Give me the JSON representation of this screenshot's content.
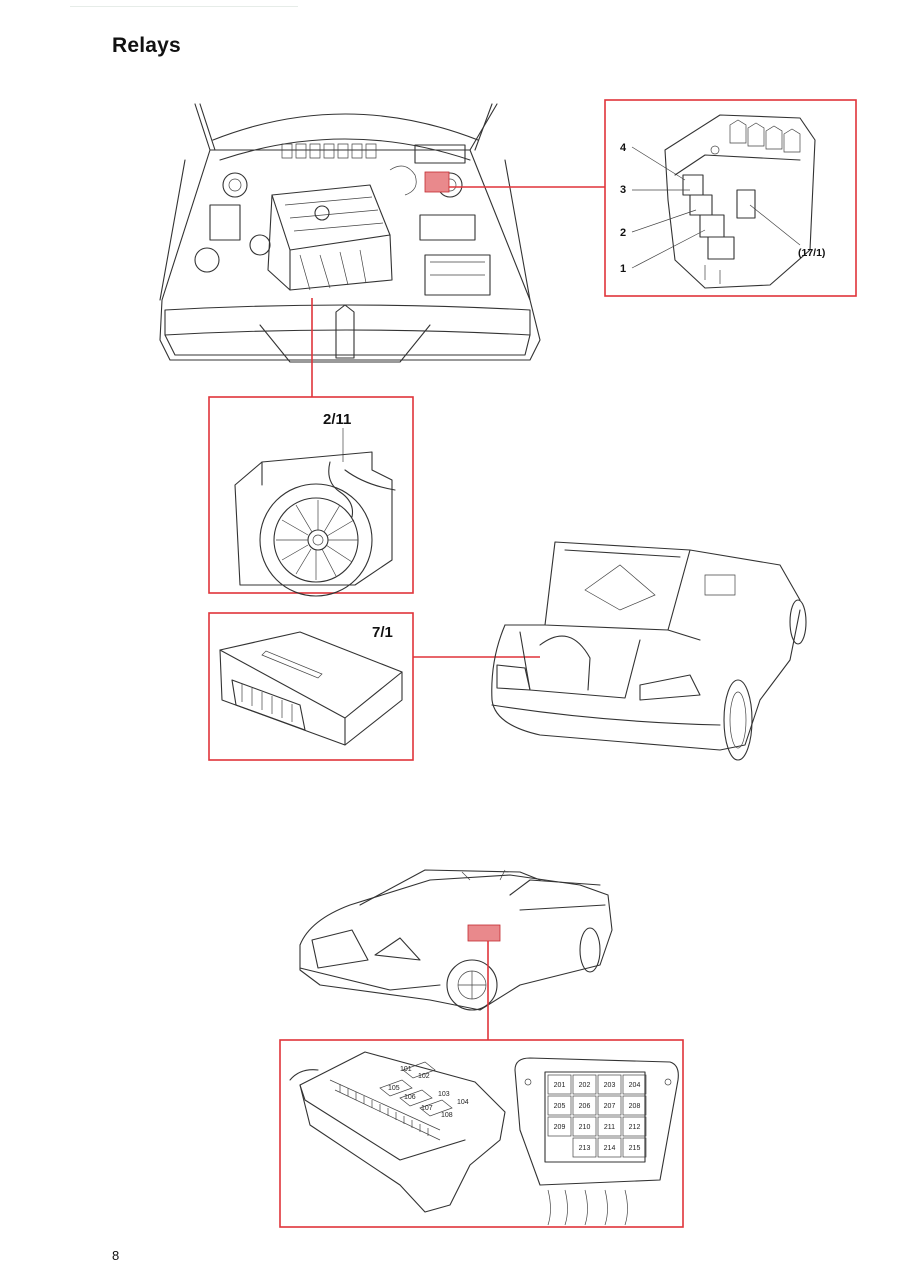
{
  "page": {
    "title": "Relays",
    "page_number": "8"
  },
  "engine_relay_box": {
    "labels": [
      "4",
      "3",
      "2",
      "1"
    ],
    "connector_label": "(17/1)"
  },
  "fan_relay": {
    "label": "2/11"
  },
  "trunk_relay": {
    "label": "7/1"
  },
  "central_box": {
    "upper_relays": [
      "101",
      "102",
      "103",
      "104",
      "105",
      "106",
      "107",
      "108"
    ],
    "lower_relays": [
      "201",
      "202",
      "203",
      "204",
      "205",
      "206",
      "207",
      "208",
      "209",
      "210",
      "211",
      "212",
      "213",
      "214",
      "215"
    ]
  },
  "colors": {
    "highlight": "#e0343a",
    "line": "#333333"
  }
}
